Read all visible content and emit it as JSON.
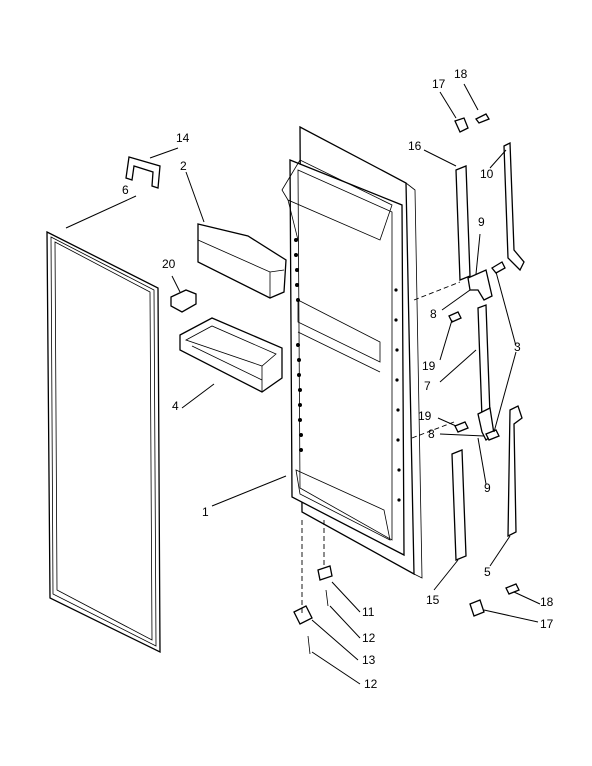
{
  "diagram": {
    "labels": {
      "door": "1",
      "door_bin_cover": "2",
      "hinge_left": "3",
      "door_bin": "4",
      "handle_lower": "5",
      "door_gasket": "6",
      "trim_upper": "7",
      "washer_upper": "8",
      "screw_upper": "9",
      "handle_upper": "10",
      "bushing": "11",
      "screw_bottom_a": "12",
      "hinge_bottom": "13",
      "clip_top": "14",
      "trim_lower": "15",
      "trim_top": "16",
      "cap_top": "17",
      "screw_top": "18",
      "screw_mid": "19",
      "dairy_bracket": "20",
      "washer_lower": "8",
      "screw_lower": "9",
      "hinge_right": "3",
      "screw_mid_lower": "19",
      "screw_bottom_b": "12",
      "cap_bottom": "17",
      "screw_bottom_right": "18"
    }
  }
}
